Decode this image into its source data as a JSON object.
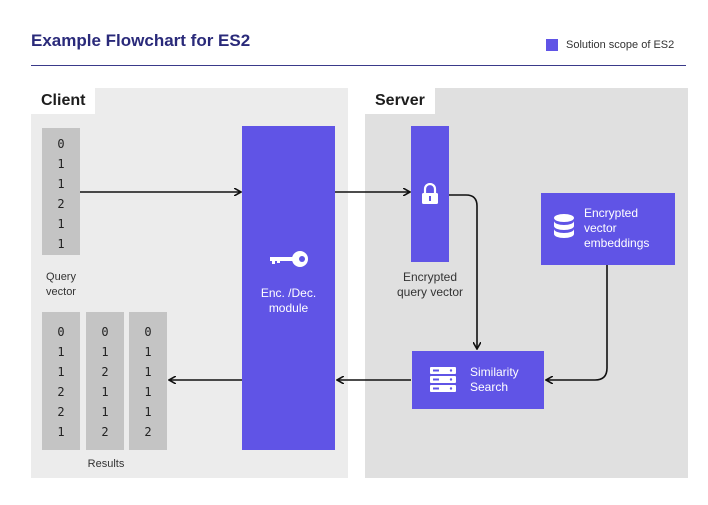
{
  "header": {
    "title": "Example Flowchart for ES2",
    "legend_label": "Solution scope of ES2",
    "legend_color": "#6054e6"
  },
  "client": {
    "label": "Client",
    "query_vector": [
      "0",
      "1",
      "1",
      "2",
      "1",
      "1"
    ],
    "query_caption": "Query vector",
    "results": [
      [
        "0",
        "1",
        "1",
        "2",
        "2",
        "1"
      ],
      [
        "0",
        "1",
        "2",
        "1",
        "1",
        "2"
      ],
      [
        "0",
        "1",
        "1",
        "1",
        "1",
        "2"
      ]
    ],
    "results_caption": "Results"
  },
  "module": {
    "label": "Enc. /Dec. module",
    "icon": "key-icon"
  },
  "server": {
    "label": "Server",
    "encrypted_query": {
      "caption": "Encrypted query vector",
      "icon": "lock-icon"
    },
    "embeddings": {
      "label": "Encrypted vector embeddings",
      "icon": "database-icon"
    },
    "similarity": {
      "label": "Similarity Search",
      "icon": "server-rack-icon"
    }
  },
  "colors": {
    "accent": "#6054e6",
    "title": "#2a2a7a",
    "client_panel": "#ececec",
    "server_panel": "#e0e0e0",
    "vector_column": "#c4c4c4"
  }
}
